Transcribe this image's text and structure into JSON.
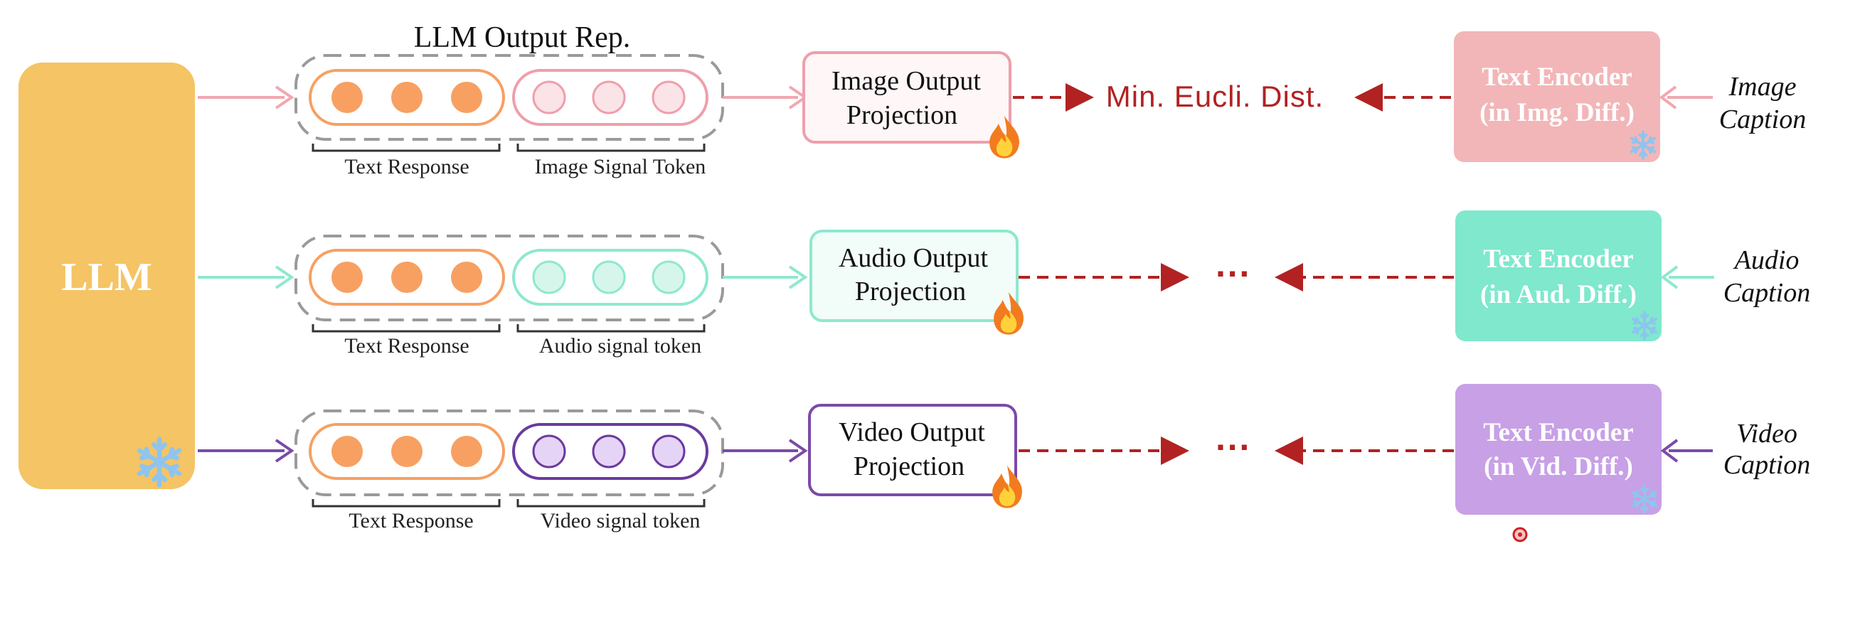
{
  "title": "LLM Output Rep.",
  "llm": {
    "label": "LLM",
    "frozen_icon": "snowflake-icon"
  },
  "colors": {
    "llm": "#f4c465",
    "text_token": "#f7a062",
    "image": "#f2a7b0",
    "audio": "#8ee8cf",
    "video": "#7b4aa8",
    "video_enc": "#c7a0e6",
    "loss": "#b22222"
  },
  "rows": [
    {
      "id": "image",
      "text_label": "Text Response",
      "signal_label": "Image Signal Token",
      "projection": [
        "Image Output",
        "Projection"
      ],
      "loss": "Min. Eucli. Dist.",
      "encoder": [
        "Text Encoder",
        "(in Img. Diff.)"
      ],
      "caption": [
        "Image",
        "Caption"
      ],
      "trainable_icon": "fire-icon",
      "frozen_icon": "snowflake-icon"
    },
    {
      "id": "audio",
      "text_label": "Text Response",
      "signal_label": "Audio signal token",
      "projection": [
        "Audio Output",
        "Projection"
      ],
      "loss": "···",
      "encoder": [
        "Text Encoder",
        "(in Aud. Diff.)"
      ],
      "caption": [
        "Audio",
        "Caption"
      ],
      "trainable_icon": "fire-icon",
      "frozen_icon": "snowflake-icon"
    },
    {
      "id": "video",
      "text_label": "Text Response",
      "signal_label": "Video signal token",
      "projection": [
        "Video Output",
        "Projection"
      ],
      "loss": "···",
      "encoder": [
        "Text Encoder",
        "(in Vid. Diff.)"
      ],
      "caption": [
        "Video",
        "Caption"
      ],
      "trainable_icon": "fire-icon",
      "frozen_icon": "snowflake-icon"
    }
  ]
}
